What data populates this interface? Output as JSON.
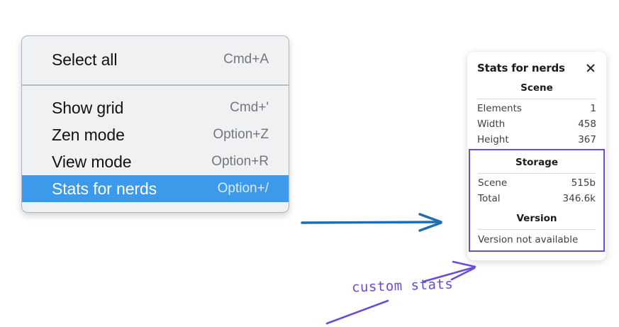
{
  "context_menu": {
    "groups": [
      {
        "name": "group-top",
        "items": [
          {
            "label": "Select all",
            "shortcut": "Cmd+A",
            "selected": false
          }
        ]
      },
      {
        "name": "group-bottom",
        "items": [
          {
            "label": "Show grid",
            "shortcut": "Cmd+'",
            "selected": false
          },
          {
            "label": "Zen mode",
            "shortcut": "Option+Z",
            "selected": false
          },
          {
            "label": "View mode",
            "shortcut": "Option+R",
            "selected": false
          },
          {
            "label": "Stats for nerds",
            "shortcut": "Option+/",
            "selected": true
          }
        ]
      }
    ],
    "selected_highlight_color": "#3d99ea",
    "background_color": "#f0f1f3"
  },
  "stats_panel": {
    "title": "Stats for nerds",
    "close_icon": "close-icon",
    "scene": {
      "heading": "Scene",
      "rows": [
        {
          "key": "Elements",
          "value": "1"
        },
        {
          "key": "Width",
          "value": "458"
        },
        {
          "key": "Height",
          "value": "367"
        }
      ]
    },
    "storage": {
      "heading": "Storage",
      "rows": [
        {
          "key": "Scene",
          "value": "515b"
        },
        {
          "key": "Total",
          "value": "346.6k"
        }
      ]
    },
    "version": {
      "heading": "Version",
      "note": "Version not available"
    },
    "highlight_color": "#6c4bd6"
  },
  "annotations": {
    "handwritten_label": "custom stats",
    "blue_arrow_color": "#1f6cb0",
    "purple_arrow_color": "#6c4bd6"
  }
}
